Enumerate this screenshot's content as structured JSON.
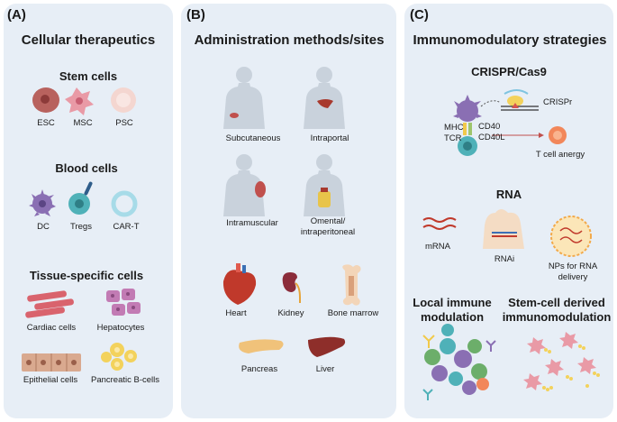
{
  "panel_a": {
    "label": "(A)",
    "title": "Cellular therapeutics",
    "stem": {
      "heading": "Stem cells",
      "items": [
        "ESC",
        "MSC",
        "PSC"
      ]
    },
    "blood": {
      "heading": "Blood cells",
      "items": [
        "DC",
        "Tregs",
        "CAR-T"
      ]
    },
    "tissue": {
      "heading": "Tissue-specific cells",
      "items": [
        "Cardiac cells",
        "Hepatocytes",
        "Epithelial cells",
        "Pancreatic B-cells"
      ]
    }
  },
  "panel_b": {
    "label": "(B)",
    "title": "Administration methods/sites",
    "routes": [
      "Subcutaneous",
      "Intraportal",
      "Intramuscular",
      "Omental/",
      "intraperitoneal"
    ],
    "organs": [
      "Heart",
      "Kidney",
      "Bone marrow",
      "Pancreas",
      "Liver"
    ]
  },
  "panel_c": {
    "label": "(C)",
    "title": "Immunomodulatory strategies",
    "crispr": {
      "heading": "CRISPR/Cas9",
      "labels": [
        "CRISPr",
        "MHC",
        "TCR",
        "CD40",
        "CD40L",
        "T cell anergy"
      ]
    },
    "rna": {
      "heading": "RNA",
      "items": [
        "mRNA",
        "RNAi",
        "NPs for RNA",
        "delivery"
      ]
    },
    "local": {
      "line1": "Local immune",
      "line2": "modulation"
    },
    "stemcell": {
      "line1": "Stem-cell derived",
      "line2": "immunomodulation"
    }
  },
  "colors": {
    "panel_bg": "#e7eef6",
    "body_silhouette": "#c9d2dc",
    "stem_esc": "#b8625e",
    "msc": "#e99aa6",
    "dc": "#8a6fb3",
    "treg": "#4fb1b8",
    "cardiac": "#d9636d",
    "hepatocyte": "#c27bb4",
    "islet": "#f3d25c"
  }
}
